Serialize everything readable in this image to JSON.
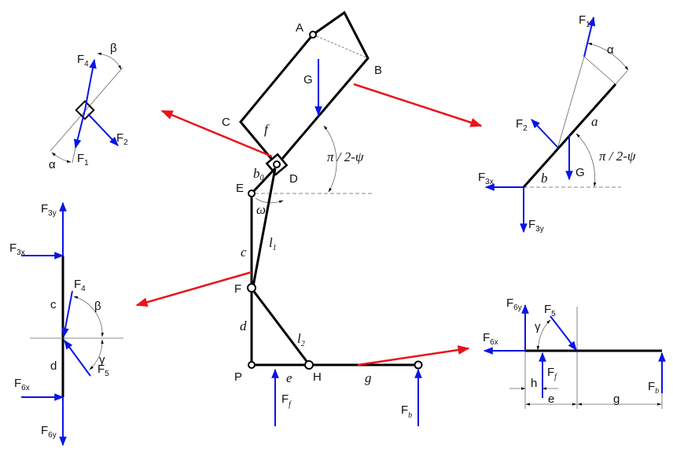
{
  "colors": {
    "force": "#0a14e6",
    "pointer": "#e8141a",
    "structure": "#000000"
  },
  "mechanism": {
    "points": {
      "A": "A",
      "B": "B",
      "C": "C",
      "D": "D",
      "E": "E",
      "F": "F",
      "P": "P",
      "H": "H"
    },
    "links": {
      "f": "f",
      "b0": "b",
      "b0_sub": "0",
      "omega": "ω",
      "l1": "l",
      "l1_sub": "1",
      "c": "c",
      "d": "d",
      "l2": "l",
      "l2_sub": "2",
      "e": "e",
      "g": "g"
    },
    "angle": "π / 2-ψ",
    "forces": {
      "G": "G",
      "Ff": "F",
      "Ff_sub": "f",
      "Fb": "F",
      "Fb_sub": "b"
    }
  },
  "fbd_slider": {
    "F4": "F",
    "F4_sub": "4",
    "F1": "F",
    "F1_sub": "1",
    "F2": "F",
    "F2_sub": "2",
    "alpha": "α",
    "beta": "β"
  },
  "fbd_column": {
    "F3y": "F",
    "F3y_sub": "3y",
    "F3x": "F",
    "F3x_sub": "3x",
    "F4": "F",
    "F4_sub": "4",
    "F5": "F",
    "F5_sub": "5",
    "F6x": "F",
    "F6x_sub": "6x",
    "F6y": "F",
    "F6y_sub": "6y",
    "c": "c",
    "d": "d",
    "beta": "β",
    "gamma": "γ"
  },
  "fbd_seat": {
    "F1": "F",
    "F1_sub": "1",
    "F2": "F",
    "F2_sub": "2",
    "F3x": "F",
    "F3x_sub": "3x",
    "F3y": "F",
    "F3y_sub": "3y",
    "G": "G",
    "a": "a",
    "b": "b",
    "alpha": "α",
    "angle": "π / 2-ψ"
  },
  "fbd_base": {
    "F6y": "F",
    "F6y_sub": "6y",
    "F6x": "F",
    "F6x_sub": "6x",
    "F5": "F",
    "F5_sub": "5",
    "Ff": "F",
    "Ff_sub": "f",
    "Fb": "F",
    "Fb_sub": "b",
    "gamma": "γ",
    "h": "h",
    "e": "e",
    "g": "g"
  }
}
